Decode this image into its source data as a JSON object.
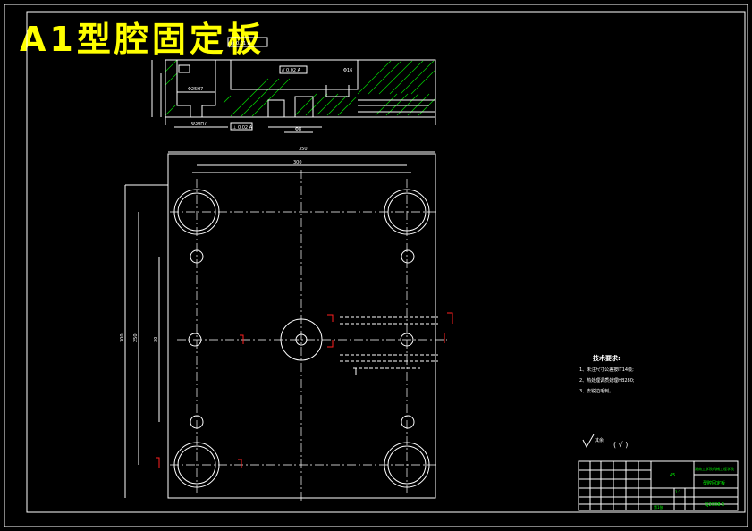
{
  "title": "A1型腔固定板",
  "tech_requirements": {
    "heading": "技术要求:",
    "items": [
      "1、未注尺寸公差按IT14级;",
      "2、热处理调质处理HB280;",
      "3、去锐边毛刺。"
    ]
  },
  "roughness": {
    "symbol": "√",
    "value": "其余",
    "check": "( √ )"
  },
  "dimensions": {
    "overall_width": "350",
    "pin_spacing": "300",
    "overall_height": "300",
    "hole_spacing_v": "250",
    "side_dim": "30"
  },
  "title_block": {
    "part_name": "型腔固定板",
    "material": "45",
    "school": "湖南工学院机械工程学院",
    "drawing_no": "SJ2008-5",
    "scale": "1:1",
    "sheet": "第1张"
  },
  "colors": {
    "background": "#000000",
    "lines": "#ffffff",
    "title": "#ffff00",
    "hatch": "#00cc00",
    "marker": "#ff2020"
  }
}
